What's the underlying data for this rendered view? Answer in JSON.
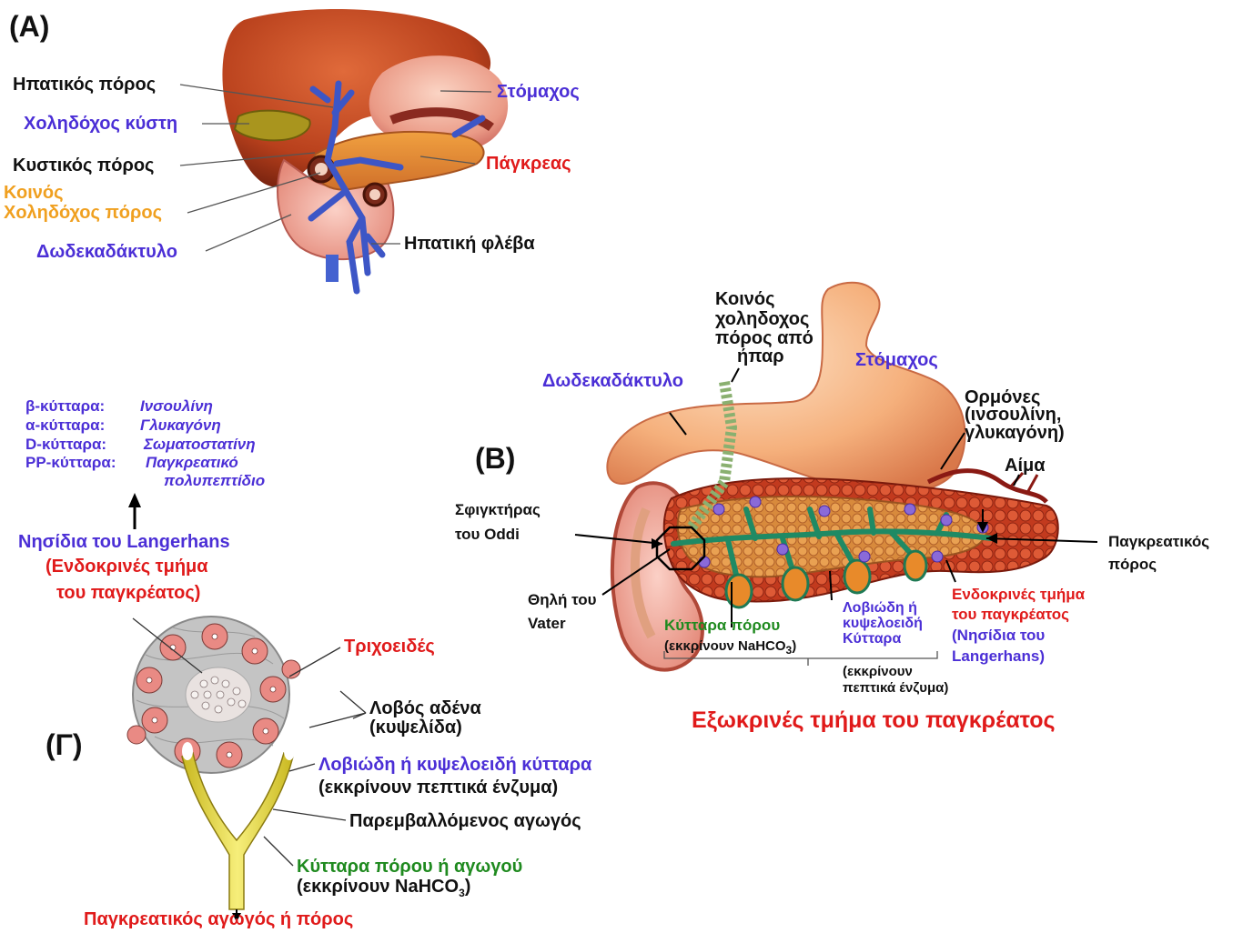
{
  "panel_a": {
    "tag": "(A)",
    "hepatic_duct": "Ηπατικός πόρος",
    "gallbladder": "Χοληδόχος κύστη",
    "cystic_duct": "Κυστικός πόρος",
    "common_bile_1": "Κοινός",
    "common_bile_2": "Χοληδόχος πόρος",
    "duodenum": "Δωδεκαδάκτυλο",
    "stomach": "Στόμαχος",
    "pancreas": "Πάγκρεας",
    "hepatic_vein": "Ηπατική φλέβα"
  },
  "panel_b": {
    "tag": "(B)",
    "common_bile_1": "Κοινός",
    "common_bile_2": "χοληδοχος",
    "common_bile_3": "πόρος από",
    "common_bile_4": "ήπαρ",
    "duodenum": "Δωδεκαδάκτυλο",
    "stomach": "Στόμαχος",
    "hormones_1": "Ορμόνες",
    "hormones_2": "(ινσουλίνη,",
    "hormones_3": "γλυκαγόνη)",
    "blood": "Αίμα",
    "sphincter_1": "Σφιγκτήρας",
    "sphincter_2": "του Oddi",
    "pancreatic_duct_1": "Παγκρεατικός",
    "pancreatic_duct_2": "πόρος",
    "vater_1": "Θηλή του",
    "vater_2": "Vater",
    "duct_cells_1": "Κύτταρα πόρου",
    "duct_cells_2a": "(εκκρίνουν NaHCO",
    "duct_cells_2sub": "3",
    "duct_cells_2b": ")",
    "acinar_1": "Λοβιώδη ή",
    "acinar_2": "κυψελοειδή",
    "acinar_3": "Κύτταρα",
    "acinar_secr_1": "(εκκρίνουν",
    "acinar_secr_2": "πεπτικά ένζυμα)",
    "endocrine_1": "Ενδοκρινές τμήμα",
    "endocrine_2": "του παγκρέατος",
    "islets_1": "(Νησίδια του",
    "islets_2": "Langerhans)",
    "exocrine_title": "Εξωκρινές τμήμα του παγκρέατος"
  },
  "cells": {
    "beta_k": "β-κύτταρα:",
    "beta_v": "Ινσουλίνη",
    "alpha_k": "α-κύτταρα:",
    "alpha_v": "Γλυκαγόνη",
    "delta_k": "D-κύτταρα:",
    "delta_v": "Σωματοστατίνη",
    "pp_k": "PP-κύτταρα:",
    "pp_v1": "Παγκρεατικό",
    "pp_v2": "πολυπεπτίδιο"
  },
  "panel_c": {
    "tag": "(Γ)",
    "islets": "Νησίδια του Langerhans",
    "endocrine_1": "(Ενδοκρινές τμήμα",
    "endocrine_2": "του παγκρέατος)",
    "capillaries": "Τριχοειδές",
    "lobule_1": "Λοβός αδένα",
    "lobule_2": "(κυψελίδα)",
    "acinar": "Λοβιώδη ή κυψελοειδή κύτταρα",
    "acinar_secr": "(εκκρίνουν πεπτικά ένζυμα)",
    "intercalated": "Παρεμβαλλόμενος αγωγός",
    "duct_cells": "Κύτταρα πόρου ή αγωγού",
    "duct_secr_a": "(εκκρίνουν NaHCO",
    "duct_secr_sub": "3",
    "duct_secr_b": ")",
    "pancreatic_duct": "Παγκρεατικός αγωγός ή πόρος"
  }
}
